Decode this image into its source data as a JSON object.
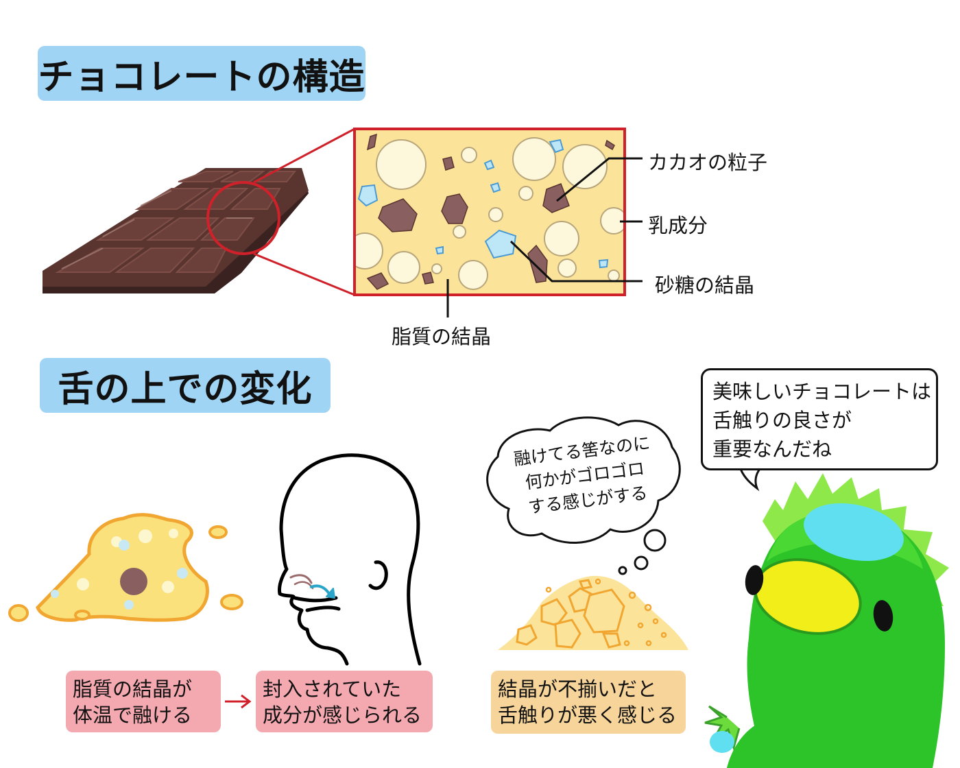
{
  "section1": {
    "title": "チョコレートの構造"
  },
  "section2": {
    "title": "舌の上での変化"
  },
  "structure": {
    "labels": {
      "cacao": "カカオの粒子",
      "milk": "乳成分",
      "sugar": "砂糖の結晶",
      "fat": "脂質の結晶"
    }
  },
  "captions": {
    "melt": [
      "脂質の結晶が",
      "体温で融ける"
    ],
    "release": [
      "封入されていた",
      "成分が感じられる"
    ],
    "uneven": [
      "結晶が不揃いだと",
      "舌触りが悪く感じる"
    ]
  },
  "thought": [
    "融けてる筈なのに",
    "何かがゴロゴロ",
    "する感じがする"
  ],
  "speech": [
    "美味しいチョコレートは",
    "舌触りの良さが",
    "重要なんだね"
  ],
  "colors": {
    "heading_bg": "#9fd4f4",
    "chocolate": "#5a3530",
    "cross_section_bg": "#fbe49a",
    "frame_red": "#d0202a",
    "cacao_particle": "#8a5f5f",
    "sugar_crystal": "#bde6f6",
    "milk_bubble": "#fdf8dc",
    "caption_pink": "#f4a8b0",
    "caption_tan": "#f6d49a",
    "kappa_green": "#4ec02a",
    "kappa_beak": "#f2ee1a",
    "kappa_plate": "#5fdff0"
  }
}
